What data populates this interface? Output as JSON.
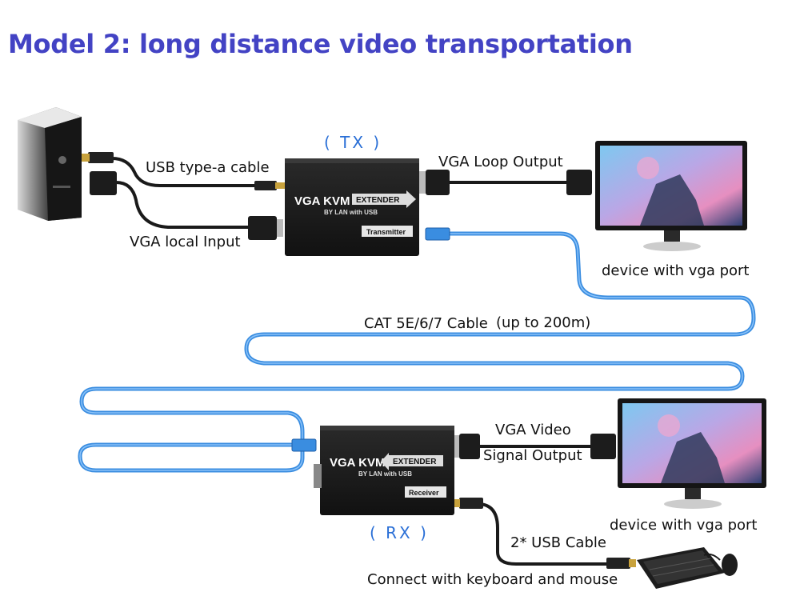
{
  "title": "Model 2: long distance video transportation",
  "tx_tag": "( TX )",
  "rx_tag": "( RX )",
  "labels": {
    "usb_cable": "USB type-a cable",
    "vga_local_input": "VGA local Input",
    "vga_loop_output": "VGA Loop Output",
    "device_vga_top": "device with vga port",
    "cat_cable": "CAT 5E/6/7 Cable",
    "distance": "(up to 200m)",
    "vga_video_line1": "VGA Video",
    "vga_video_line2": "Signal Output",
    "device_vga_bottom": "device with vga port",
    "usb_cable_2": "2* USB Cable",
    "keyboard_mouse": "Connect with keyboard and mouse"
  },
  "tx_device": {
    "brand": "VGA KVM",
    "badge": "EXTENDER",
    "sub": "BY LAN with USB",
    "role": "Transmitter"
  },
  "rx_device": {
    "brand": "VGA KVM",
    "badge": "EXTENDER",
    "sub": "BY LAN with USB",
    "role": "Receiver"
  },
  "colors": {
    "title": "#4343c4",
    "tag": "#2a6fd6",
    "lan_cable": "#3a8de0",
    "black_cable": "#1a1a1a"
  }
}
